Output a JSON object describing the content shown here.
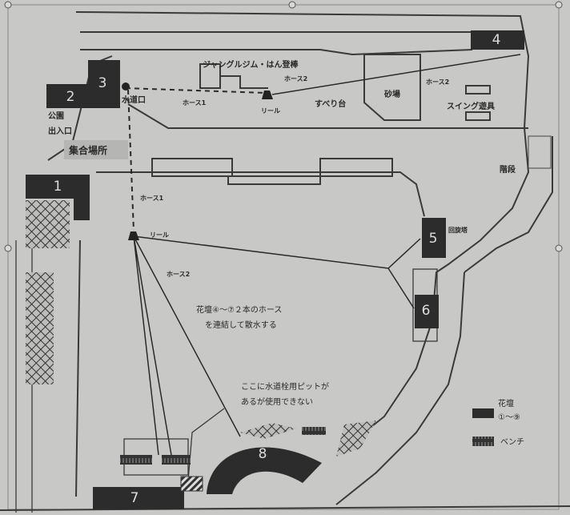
{
  "map": {
    "labels": {
      "jungle_gym": "ジャングルジム・はん登棒",
      "slide": "すべり台",
      "sandbox": "砂場",
      "swing": "スイング遊具",
      "water_tap": "水道口",
      "park": "公園",
      "entrance": "出入口",
      "meeting_point": "集合場所",
      "stairs": "階段",
      "rotating_tower": "回旋塔",
      "reel_top": "リール",
      "reel_mid": "リール",
      "hose1_top": "ホース1",
      "hose2_top_a": "ホース2",
      "hose2_top_b": "ホース2",
      "hose1_left": "ホース1",
      "hose2_mid": "ホース2"
    },
    "flower_beds": [
      "1",
      "2",
      "3",
      "4",
      "5",
      "6",
      "7",
      "8"
    ],
    "notes": {
      "connect_line1": "花壇④〜⑦２本のホース",
      "connect_line2": "を連結して散水する",
      "pit_line1": "ここに水道栓用ピットが",
      "pit_line2": "あるが使用できない"
    },
    "legend": {
      "flower_bed_label": "花壇",
      "flower_bed_range": "①〜⑨",
      "bench_label": "ベンチ"
    }
  }
}
